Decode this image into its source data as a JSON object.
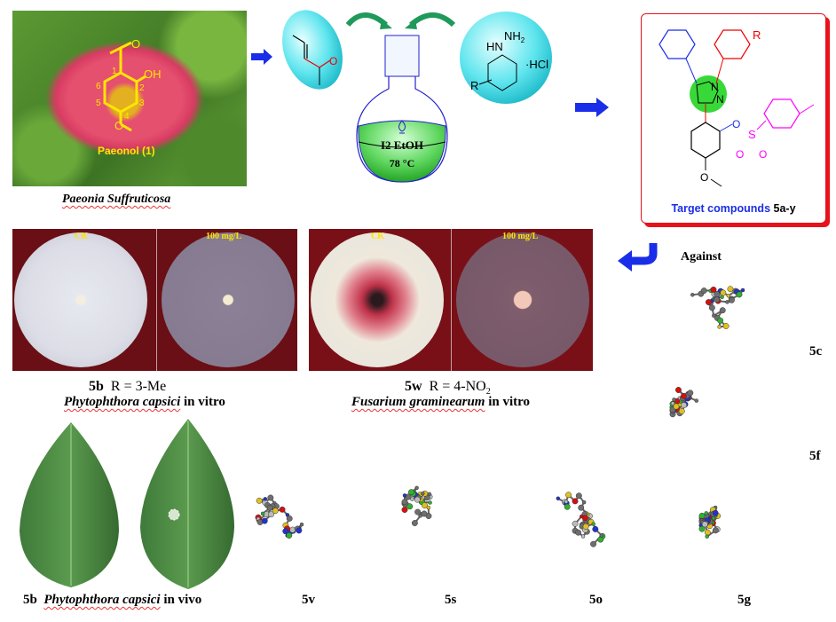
{
  "source_plant": {
    "compound_label": "Paeonol (1)",
    "atom_numbers": [
      "1",
      "2",
      "3",
      "4",
      "5",
      "6"
    ],
    "oh_label": "OH",
    "o_label": "O",
    "caption": "Paeonia Suffruticosa"
  },
  "reaction": {
    "reagents": "I2 EtOH",
    "reagent_i": "I",
    "reagent_sub": "2",
    "reagent_solvent": "EtOH",
    "temperature": "78 °C",
    "temp_value": "78",
    "temp_unit": "C",
    "temp_degree": "o",
    "hydrazine": {
      "nh": "HN",
      "nh2": "NH",
      "nh2_sub": "2",
      "salt": "·HCl",
      "r": "R"
    },
    "enone_o": "O"
  },
  "target": {
    "title_blue": "Target compounds",
    "title_black": "5a-y",
    "r_label": "R",
    "n1": "N",
    "n2": "N",
    "o1": "O",
    "s": "S",
    "o2": "O",
    "o3": "O",
    "o4": "O",
    "border_color": "#e8121b"
  },
  "in_vitro": [
    {
      "dish_labels": [
        "CK",
        "100 mg/L"
      ],
      "compound": "5b",
      "r_text": "R = 3-Me",
      "organism": "Phytophthora  capsici",
      "suffix": "in vitro"
    },
    {
      "dish_labels": [
        "CK",
        "100 mg/L"
      ],
      "compound": "5w",
      "r_text": "R = 4-NO",
      "r_sub": "2",
      "organism": "Fusarium graminearum",
      "suffix": "in vitro"
    }
  ],
  "against_label": "Against",
  "in_vivo": {
    "compound": "5b",
    "organism": "Phytophthora  capsici",
    "suffix": "in vivo"
  },
  "crystal_structures": [
    "5c",
    "5f",
    "5v",
    "5s",
    "5o",
    "5g"
  ]
}
